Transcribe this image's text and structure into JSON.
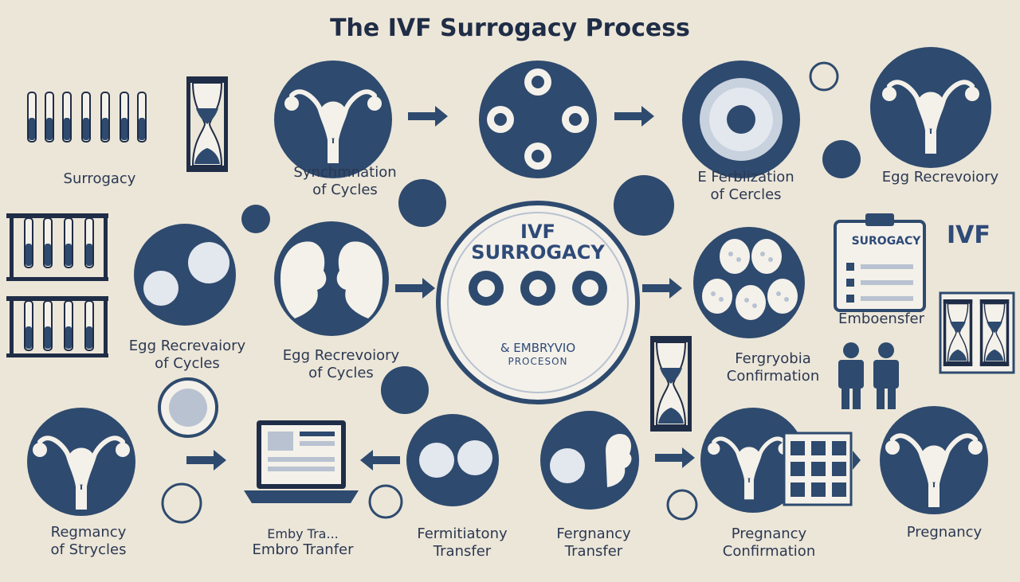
{
  "title": "The IVF Surrogacy Process",
  "center": {
    "main_line1": "IVF",
    "main_line2": "SURROGACY",
    "sub_line1": "& EMBRYVIO",
    "sub_line2": "PROCESON"
  },
  "labels": {
    "surrogacy": "Surrogacy",
    "sync_1": "Synchmnation",
    "sync_2": "of Cycles",
    "fert_1": "E Ferblization",
    "fert_2": "of Cercles",
    "egg_top": "Egg Recrevoiory",
    "egg_left_1": "Egg Recrevaiory",
    "egg_left_2": "of Cycles",
    "egg_mid_1": "Egg Recrevoiory",
    "egg_mid_2": "of Cycles",
    "emboensfer": "Emboensfer",
    "ferg_1": "Fergryobia",
    "ferg_2": "Confirmation",
    "bottom_1a": "Regmancy",
    "bottom_1b": "of Strycles",
    "bottom_2a": "Emby Tra...",
    "bottom_2b": "Embro Tranfer",
    "bottom_3a": "Fermitiatony",
    "bottom_3b": "Transfer",
    "bottom_4a": "Fergnancy",
    "bottom_4b": "Transfer",
    "bottom_5a": "Pregnancy",
    "bottom_5b": "Confirmation",
    "bottom_6": "Pregnancy",
    "clipboard": "SUROGACY",
    "ivf_side": "IVF"
  },
  "colors": {
    "background": "#ece6d8",
    "navy": "#2e4a6e",
    "dark_navy": "#1f2d47",
    "light": "#f4f1ea"
  }
}
